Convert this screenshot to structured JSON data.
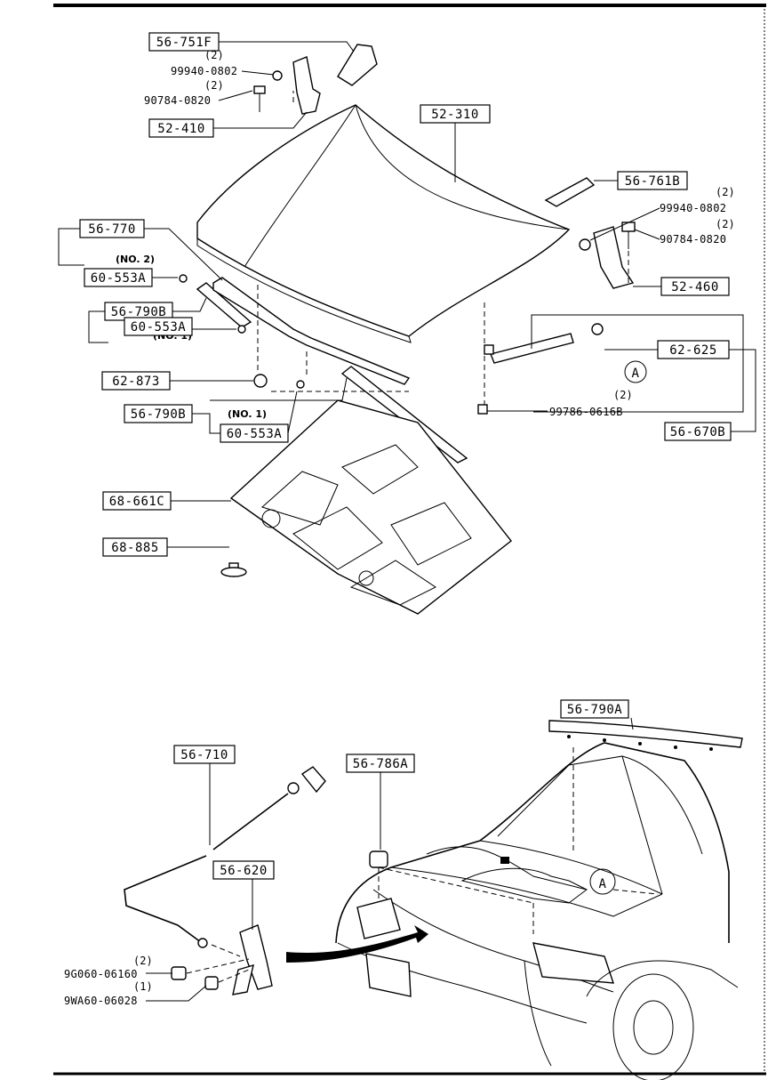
{
  "callouts": {
    "c56_751F": "56-751F",
    "c52_410": "52-410",
    "c52_310": "52-310",
    "c56_761B": "56-761B",
    "c52_460": "52-460",
    "c56_770": "56-770",
    "c60_553A_a": "60-553A",
    "c56_790B_a": "56-790B",
    "c60_553A_b": "60-553A",
    "c62_873": "62-873",
    "c56_790B_b": "56-790B",
    "c60_553A_c": "60-553A",
    "c62_625": "62-625",
    "c56_670B": "56-670B",
    "c68_661C": "68-661C",
    "c68_885": "68-885",
    "c56_790A": "56-790A",
    "c56_710": "56-710",
    "c56_786A": "56-786A",
    "c56_620": "56-620"
  },
  "part_numbers": {
    "p99940_0802_a": "99940-0802",
    "p90784_0820_a": "90784-0820",
    "p99940_0802_b": "99940-0802",
    "p90784_0820_b": "90784-0820",
    "p99786_0616B": "99786-0616B",
    "p9G060_06160": "9G060-06160",
    "p9WA60_06028": "9WA60-06028"
  },
  "quantities": {
    "q_a": "(2)",
    "q_b": "(2)",
    "q_c": "(2)",
    "q_d": "(2)",
    "q_e": "(2)",
    "q_f": "(2)",
    "q_g": "(1)"
  },
  "notes": {
    "no2": "(NO. 2)",
    "no1_a": "(NO. 1)",
    "no1_b": "(NO. 1)"
  },
  "reference_markers": {
    "a1": "A",
    "a2": "A"
  }
}
